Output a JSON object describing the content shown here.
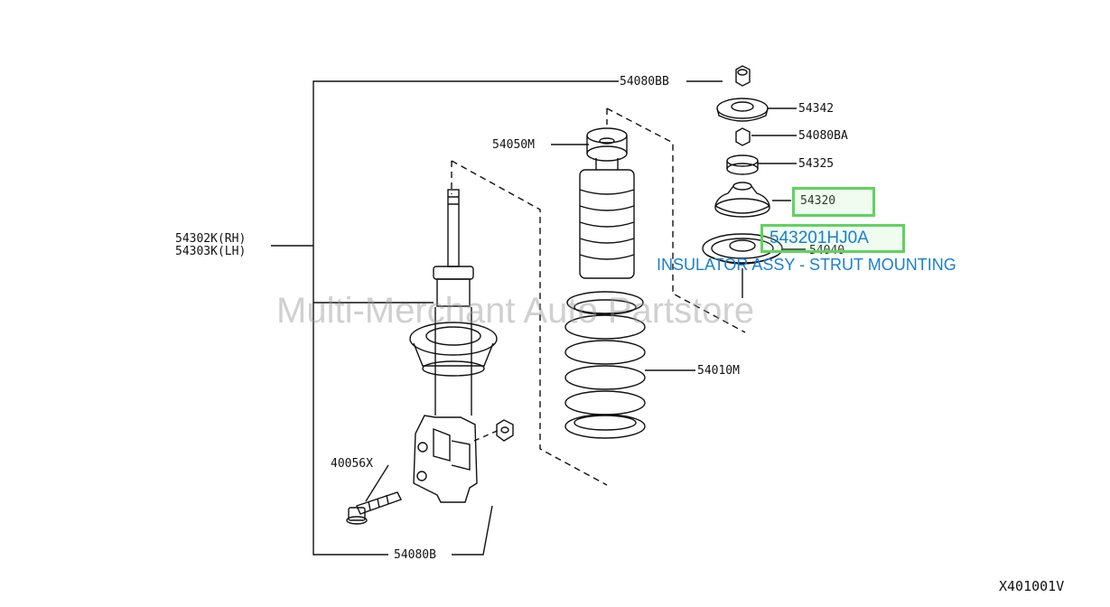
{
  "labels": {
    "bound_nut_top": "54080BB",
    "seat": "54342",
    "nut_mid": "54080BA",
    "washer": "54325",
    "insulator": "54320",
    "bearing": "54040",
    "bound_bumper": "54050M",
    "strut": "54302K(RH)\n54303K(LH)",
    "spring": "54010M",
    "bolt": "40056X",
    "nut_bottom": "54080B"
  },
  "highlight": {
    "part_number": "543201HJ0A",
    "description": "INSULATOR ASSY - STRUT MOUNTING",
    "accent_color": "#5fd35f",
    "text_color": "#1a7fd0"
  },
  "watermark": "Multi-Merchant Auto Partstore",
  "drawing_code": "X401001V"
}
